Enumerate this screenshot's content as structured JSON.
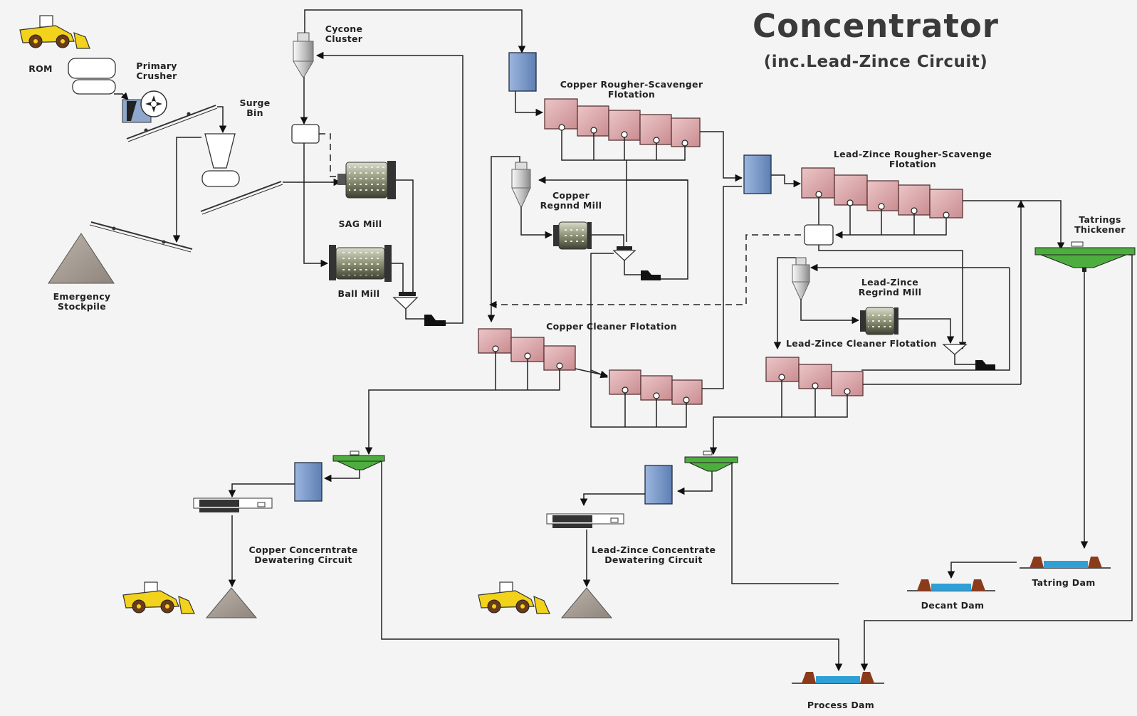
{
  "title": "Concentrator",
  "subtitle": "(inc.Lead-Zince Circuit)",
  "labels": {
    "rom": "ROM",
    "primary_crusher": "Primary\nCrusher",
    "surge_bin": "Surge\nBin",
    "emergency_stockpile": "Emergency\nStockpile",
    "cyclone_cluster": "Cycone\nCluster",
    "sag_mill": "SAG Mill",
    "ball_mill": "Ball Mill",
    "copper_rougher": "Copper Rougher-Scavenger\nFlotation",
    "copper_regrind": "Copper\nRegnnd Mill",
    "copper_cleaner": "Copper Cleaner Flotation",
    "leadzinc_rougher": "Lead-Zince Rougher-Scavenge\nFlotation",
    "leadzinc_regrind": "Lead-Zince\nRegrind Mill",
    "leadzinc_cleaner": "Lead-Zince Cleaner Flotation",
    "tailings_thickener": "Tatrings\nThickener",
    "copper_dewatering": "Copper Concerntrate\nDewatering Circuit",
    "leadzinc_dewatering": "Lead-Zince Concentrate\nDewatering Circuit",
    "tailing_dam": "Tatring Dam",
    "decant_dam": "Decant Dam",
    "process_dam": "Process Dam"
  },
  "icons": {
    "loader": "front-loader-icon",
    "stockpile": "stockpile-pile-icon",
    "mill": "grinding-mill-icon",
    "cyclone": "hydrocyclone-icon",
    "flotation": "flotation-cell-icon",
    "thickener": "thickener-icon",
    "filter": "filter-press-icon",
    "dam": "dam-icon",
    "pump": "slurry-pump-icon"
  },
  "colors": {
    "flotation_cell": "#d9a3a6",
    "tank": "#7f9fcc",
    "thickener": "#4dae3f",
    "loader": "#f2d21b",
    "pile": "#a89f97",
    "water": "#2f9fd6",
    "dam_wall": "#8b3b1a"
  }
}
